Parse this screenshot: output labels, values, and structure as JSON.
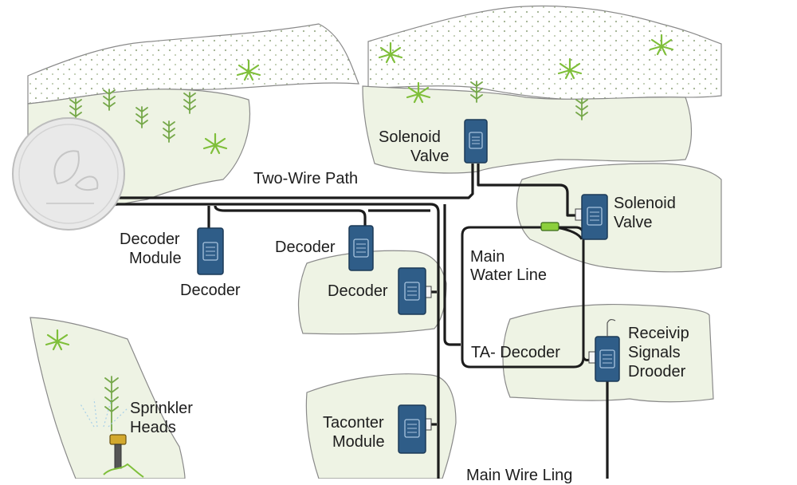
{
  "labels": {
    "two_wire_path": "Two-Wire Path",
    "solenoid_valve_top": [
      "Solenoid",
      "Valve"
    ],
    "solenoid_valve_right": [
      "Solenoid",
      "Valve"
    ],
    "decoder_module": [
      "Decoder",
      "Module"
    ],
    "decoder_below_module": "Decoder",
    "decoder_mid": "Decoder",
    "decoder_center": "Decoder",
    "main_water_line": [
      "Main",
      "Water Line"
    ],
    "ta_decoder": "TA- Decoder",
    "receiver_decoder": [
      "Receivip",
      "Signals",
      "Droοder"
    ],
    "sprinkler_heads": [
      "Sprinkler",
      "Heads"
    ],
    "taconter_module": [
      "Taconter",
      "Module"
    ],
    "main_wire_line": "Main Wire Ling"
  },
  "colors": {
    "device_fill": "#2f5d88",
    "device_stroke": "#1c3a57",
    "wire": "#1c1c1c",
    "patch_fill": "#eef3e4",
    "plant": "#7fbf3a",
    "connector": "#8ccf3c",
    "controller": "#e9e9e9"
  },
  "icons": {
    "controller": "irrigation-controller-icon",
    "device": "decoder-box-icon",
    "plant": "grass-tuft-icon",
    "sprinkler": "sprinkler-head-icon"
  }
}
